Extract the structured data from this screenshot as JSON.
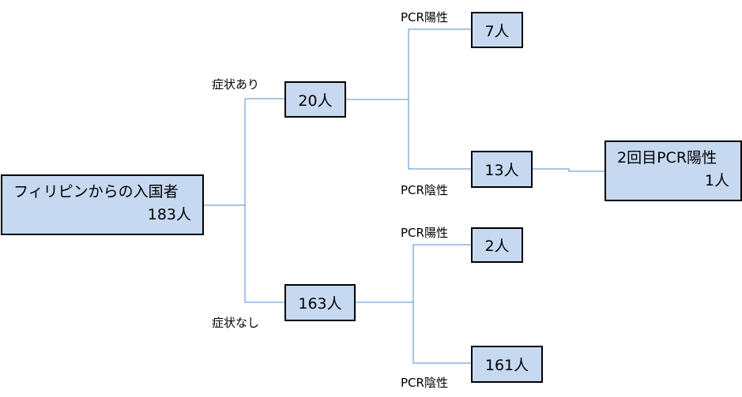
{
  "root": {
    "line1": "フィリピンからの入国者",
    "line2": "183人"
  },
  "symptom_yes": {
    "label": "症状あり",
    "count": "20人"
  },
  "symptom_no": {
    "label": "症状なし",
    "count": "163人"
  },
  "yes_positive": {
    "label": "PCR陽性",
    "count": "7人"
  },
  "yes_negative": {
    "label": "PCR陰性",
    "count": "13人"
  },
  "no_positive": {
    "label": "PCR陽性",
    "count": "2人"
  },
  "no_negative": {
    "label": "PCR陰性",
    "count": "161人"
  },
  "second_test": {
    "line1": "2回目PCR陽性",
    "line2": "1人"
  },
  "colors": {
    "box_fill": "#c6d9f1",
    "box_border": "#000000",
    "connector": "#4f8fc8"
  }
}
